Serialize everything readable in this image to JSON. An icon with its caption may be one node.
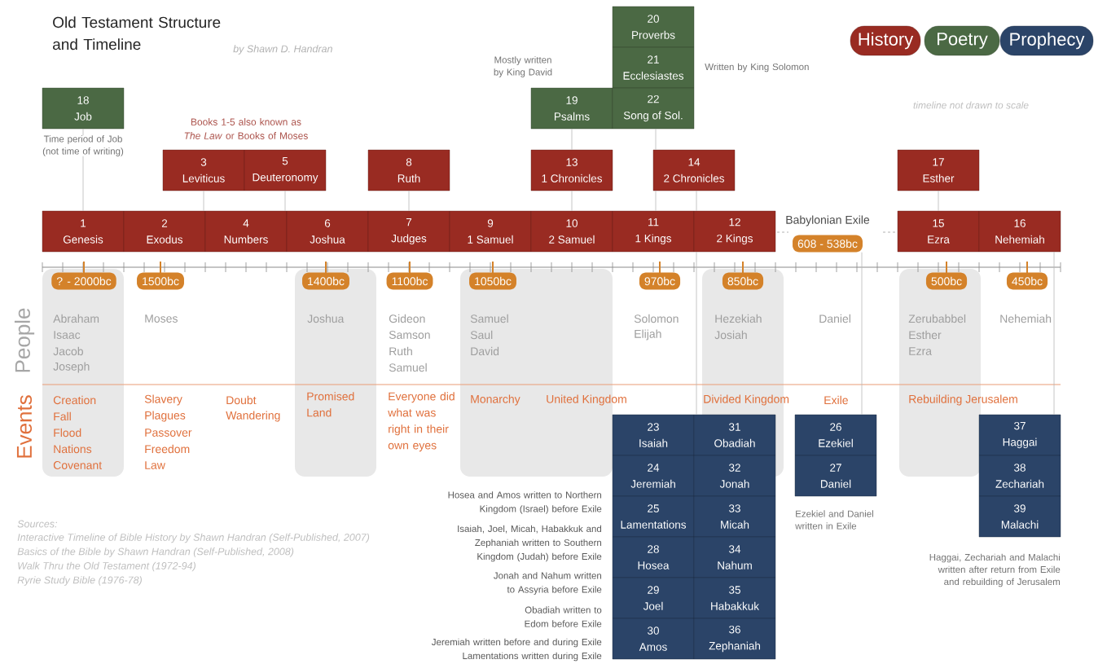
{
  "diagram": {
    "title": "Old Testament Structure and Timeline",
    "nodes": [
      {
        "text": [
          "1",
          "Genesis"
        ]
      },
      {
        "text": [
          "2",
          "Exodus"
        ]
      },
      {
        "text": [
          "3",
          "Leviticus"
        ]
      },
      {
        "text": [
          "4",
          "Numbers"
        ]
      },
      {
        "text": [
          "5",
          "Deuteronomy"
        ]
      },
      {
        "text": [
          "6",
          "Joshua"
        ]
      },
      {
        "text": [
          "7",
          "Judges"
        ]
      },
      {
        "text": [
          "8",
          "Ruth"
        ]
      },
      {
        "text": [
          "9",
          "1 Samuel"
        ]
      },
      {
        "text": [
          "10",
          "2 Samuel"
        ]
      },
      {
        "text": [
          "11",
          "1 Kings"
        ]
      },
      {
        "text": [
          "12",
          "2 Kings"
        ]
      },
      {
        "text": [
          "13",
          "1 Chronicles"
        ]
      },
      {
        "text": [
          "14",
          "2 Chronicles"
        ]
      },
      {
        "text": [
          "15",
          "Ezra"
        ]
      },
      {
        "text": [
          "16",
          "Nehemiah"
        ]
      },
      {
        "text": [
          "17",
          "Esther"
        ]
      },
      {
        "text": [
          "18",
          "Job"
        ],
        "beside": [
          "Time period of Job (not time of writing)"
        ]
      },
      {
        "text": [
          "19",
          "Psalms"
        ],
        "beside": [
          "Mostly written by King David"
        ]
      },
      {
        "text": [
          "20",
          "Proverbs"
        ]
      },
      {
        "text": [
          "21",
          "Ecclesiastes"
        ],
        "beside": [
          "Written by King Solomon"
        ]
      },
      {
        "text": [
          "22",
          "Song of Sol."
        ]
      },
      {
        "text": [
          "23",
          "Isaiah"
        ]
      },
      {
        "text": [
          "24",
          "Jeremiah"
        ]
      },
      {
        "text": [
          "25",
          "Lamentations"
        ]
      },
      {
        "text": [
          "26",
          "Ezekiel"
        ]
      },
      {
        "text": [
          "27",
          "Daniel"
        ],
        "beside": [
          "Ezekiel and Daniel written in Exile"
        ]
      },
      {
        "text": [
          "28",
          "Hosea"
        ]
      },
      {
        "text": [
          "29",
          "Joel"
        ]
      },
      {
        "text": [
          "30",
          "Amos"
        ]
      },
      {
        "text": [
          "31",
          "Obadiah"
        ]
      },
      {
        "text": [
          "32",
          "Jonah"
        ]
      },
      {
        "text": [
          "33",
          "Micah"
        ]
      },
      {
        "text": [
          "34",
          "Nahum"
        ]
      },
      {
        "text": [
          "35",
          "Habakkuk"
        ]
      },
      {
        "text": [
          "36",
          "Zephaniah"
        ]
      },
      {
        "text": [
          "37",
          "Haggai"
        ]
      },
      {
        "text": [
          "38",
          "Zechariah"
        ]
      },
      {
        "text": [
          "39",
          "Malachi"
        ],
        "beside": [
          "Haggai, Zechariah and Malachi written after return from Exile and rebuilding of Jerusalem"
        ]
      },
      {
        "text": [
          "? - 2000bc"
        ]
      },
      {
        "text": [
          "1500bc"
        ]
      },
      {
        "text": [
          "1400bc"
        ]
      },
      {
        "text": [
          "1100bc"
        ]
      },
      {
        "text": [
          "1050bc"
        ]
      },
      {
        "text": [
          "970bc"
        ]
      },
      {
        "text": [
          "850bc"
        ]
      },
      {
        "text": [
          "608 - 538bc"
        ]
      },
      {
        "text": [
          "500bc"
        ]
      },
      {
        "text": [
          "450bc"
        ]
      }
    ],
    "edges": [
      {
        "from": 17,
        "to": 0,
        "arrow": "none"
      },
      {
        "from": 2,
        "to": 1,
        "arrow": "none"
      },
      {
        "from": 4,
        "to": 3,
        "arrow": "none"
      },
      {
        "from": 7,
        "to": 6,
        "arrow": "none"
      },
      {
        "from": 18,
        "to": 12,
        "arrow": "none"
      },
      {
        "from": 12,
        "to": 9,
        "arrow": "none"
      },
      {
        "from": 21,
        "to": 13,
        "arrow": "none"
      },
      {
        "from": 13,
        "to": 10,
        "arrow": "none"
      },
      {
        "from": 13,
        "to": 11,
        "arrow": "none"
      },
      {
        "from": 16,
        "to": 14,
        "arrow": "none"
      },
      {
        "from": 11,
        "to": 30,
        "arrow": "none"
      },
      {
        "from": 46,
        "to": 25,
        "arrow": "none"
      },
      {
        "from": 15,
        "to": 36,
        "arrow": "none"
      }
    ],
    "labels": [
      "by Shawn D. Handran",
      "Books 1-5 also known as *The Law* or Books of Moses",
      "timeline not drawn to scale",
      "People",
      "Events",
      "Abraham",
      "Isaac",
      "Jacob",
      "Joseph",
      "Moses",
      "Joshua",
      "Gideon",
      "Samson",
      "Ruth",
      "Samuel",
      "Samuel",
      "Saul",
      "David",
      "Solomon",
      "Elijah",
      "Hezekiah",
      "Josiah",
      "Daniel",
      "Zerubabbel",
      "Esther",
      "Ezra",
      "Nehemiah",
      "Creation",
      "Fall",
      "Flood",
      "Nations",
      "Covenant",
      "Slavery",
      "Plagues",
      "Passover",
      "Freedom",
      "Law",
      "Doubt",
      "Wandering",
      "Promised Land",
      "Everyone did what was right in their own eyes",
      "Monarchy",
      "United Kingdom",
      "Divided Kingdom",
      "Exile",
      "Rebuilding Jerusalem",
      "Hosea and Amos written to Northern Kingdom (Israel) before Exile",
      "Isaiah, Joel, Micah, Habakkuk and Zephaniah written to Southern Kingdom (Judah) before Exile",
      "Jonah and Nahum written to Assyria before Exile",
      "Obadiah written to Edom before Exile",
      "Jeremiah written before and during Exile",
      "Lamentations written during Exile",
      "Sources:",
      "Interactive Timeline of Bible History by Shawn Handran (Self-Published, 2007)",
      "Basics of the Bible by Shawn Handran (Self-Published, 2008)",
      "Walk Thru the Old Testament (1972-94)",
      "Ryrie Study Bible (1976-78)",
      "Babylonian Exile"
    ],
    "legend": [
      {
        "text": "History",
        "color": "#992b22"
      },
      {
        "text": "Poetry",
        "color": "#4b6944"
      },
      {
        "text": "Prophecy",
        "color": "#2b4468"
      }
    ]
  }
}
